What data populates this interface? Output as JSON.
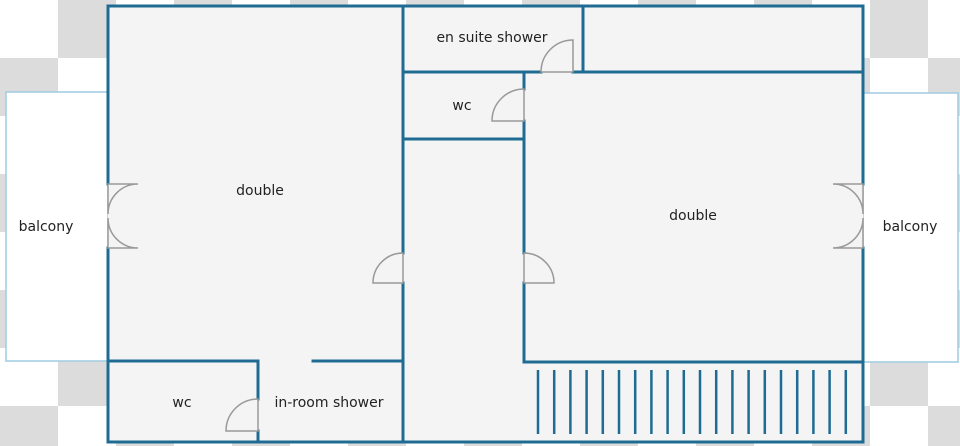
{
  "rooms": {
    "left_balcony": "balcony",
    "left_double": "double",
    "en_suite_shower": "en suite shower",
    "upper_wc": "wc",
    "right_double": "double",
    "right_balcony": "balcony",
    "lower_wc": "wc",
    "in_room_shower": "in-room shower"
  },
  "colors": {
    "wall": "#1f6b93",
    "floor": "#f4f4f4",
    "balcony_outline": "#9ecbe0",
    "door": "#999999",
    "checker": "#dcdcdc"
  }
}
